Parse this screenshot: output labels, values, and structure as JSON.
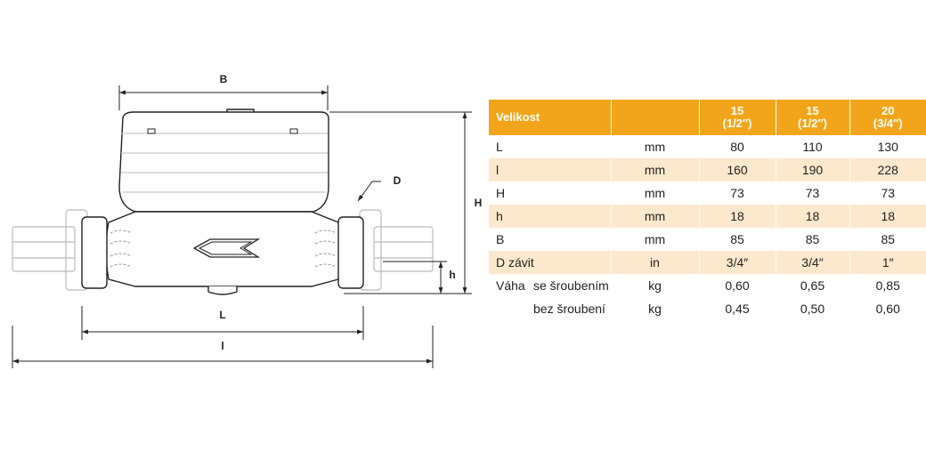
{
  "dimension_labels": {
    "B": "B",
    "H": "H",
    "D": "D",
    "h": "h",
    "L": "L",
    "l": "l"
  },
  "table": {
    "header": {
      "label": "Velikost",
      "unit": "",
      "col1": [
        "15",
        "(1/2″)"
      ],
      "col2": [
        "15",
        "(1/2″)"
      ],
      "col3": [
        "20",
        "(3/4″)"
      ]
    },
    "rows": [
      {
        "label": "L",
        "unit": "mm",
        "values": [
          "80",
          "110",
          "130"
        ]
      },
      {
        "label": "l",
        "unit": "mm",
        "values": [
          "160",
          "190",
          "228"
        ]
      },
      {
        "label": "H",
        "unit": "mm",
        "values": [
          "73",
          "73",
          "73"
        ]
      },
      {
        "label": "h",
        "unit": "mm",
        "values": [
          "18",
          "18",
          "18"
        ]
      },
      {
        "label": "B",
        "unit": "mm",
        "values": [
          "85",
          "85",
          "85"
        ]
      },
      {
        "label": "D závit",
        "unit": "in",
        "values": [
          "3/4″",
          "3/4″",
          "1″"
        ]
      }
    ],
    "weight": {
      "label": "Váha",
      "rows": [
        {
          "sublabel": "se šroubením",
          "unit": "kg",
          "values": [
            "0,60",
            "0,65",
            "0,85"
          ]
        },
        {
          "sublabel": "bez šroubení",
          "unit": "kg",
          "values": [
            "0,45",
            "0,50",
            "0,60"
          ]
        }
      ]
    }
  },
  "colors": {
    "header_bg": "#f2a51a",
    "row_shade": "#fce8cc",
    "line": "#222222"
  }
}
